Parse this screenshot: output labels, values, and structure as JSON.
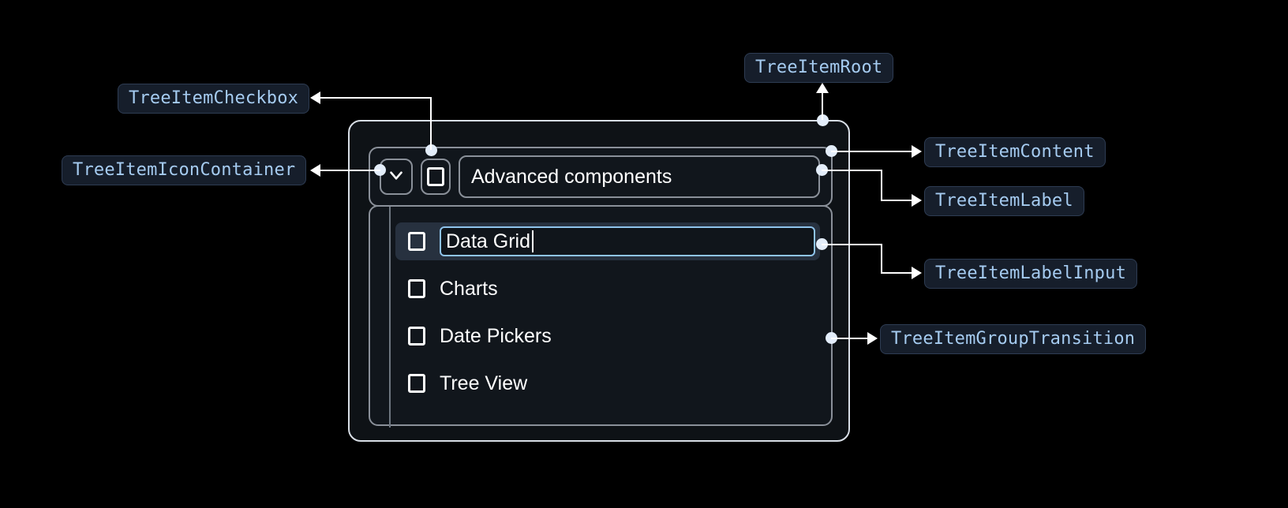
{
  "annotations": [
    {
      "id": "checkbox",
      "label": "TreeItemCheckbox"
    },
    {
      "id": "icon_container",
      "label": "TreeItemIconContainer"
    },
    {
      "id": "root",
      "label": "TreeItemRoot"
    },
    {
      "id": "content",
      "label": "TreeItemContent"
    },
    {
      "id": "label",
      "label": "TreeItemLabel"
    },
    {
      "id": "label_input",
      "label": "TreeItemLabelInput"
    },
    {
      "id": "group_transition",
      "label": "TreeItemGroupTransition"
    }
  ],
  "tree": {
    "root_item": {
      "label": "Advanced components",
      "expand_icon": "chevron-down-icon",
      "checkbox_state": "unchecked"
    },
    "children": [
      {
        "label": "Data Grid",
        "checkbox_state": "unchecked",
        "selected": true,
        "editing": true
      },
      {
        "label": "Charts",
        "checkbox_state": "unchecked",
        "selected": false,
        "editing": false
      },
      {
        "label": "Date Pickers",
        "checkbox_state": "unchecked",
        "selected": false,
        "editing": false
      },
      {
        "label": "Tree View",
        "checkbox_state": "unchecked",
        "selected": false,
        "editing": false
      }
    ]
  },
  "colors": {
    "background": "#000000",
    "badge_bg": "#161e2b",
    "badge_border": "#2e3c53",
    "badge_text": "#a5cbf0",
    "connector": "#ffffff",
    "dot": "#e3edfa",
    "widget_border": "#d8dee6",
    "inner_border": "#8a9099",
    "selected_row": "#27313f",
    "input_focus_border": "#8fc4ec",
    "text": "#ffffff"
  }
}
